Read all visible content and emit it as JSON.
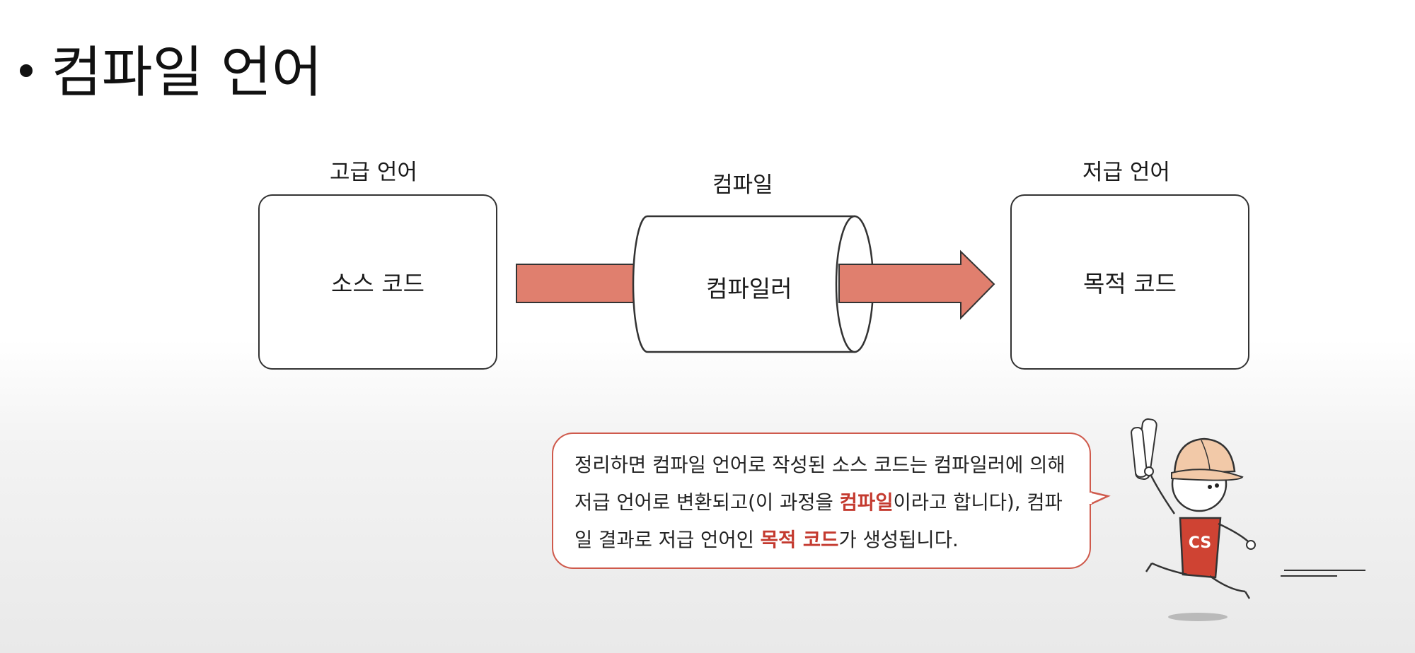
{
  "title": "컴파일 언어",
  "diagram": {
    "high_level_label": "고급 언어",
    "compile_label": "컴파일",
    "low_level_label": "저급 언어",
    "source_box": "소스 코드",
    "compiler_box": "컴파일러",
    "target_box": "목적 코드",
    "arrow_color": "#e07f6e"
  },
  "summary": {
    "seg1": "정리하면 컴파일 언어로 작성된 소스 코드는 컴파일러에 의해 저급 언어로 변환되고(이 과정을 ",
    "hl1": "컴파일",
    "seg2": "이라고 합니다), 컴파일 결과로 저급 언어인 ",
    "hl2": "목적 코드",
    "seg3": "가 생성됩니다."
  },
  "mascot": {
    "shirt_text": "CS",
    "accent": "#cf4333"
  }
}
